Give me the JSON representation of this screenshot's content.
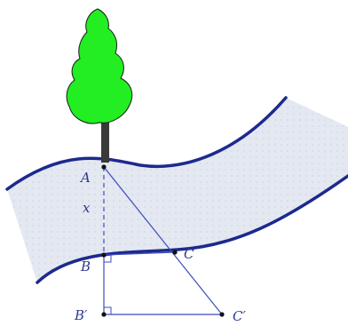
{
  "diagram": {
    "points": [
      {
        "id": "A",
        "label": "A"
      },
      {
        "id": "B",
        "label": "B"
      },
      {
        "id": "C",
        "label": "C"
      },
      {
        "id": "B_prime",
        "label": "B′"
      },
      {
        "id": "C_prime",
        "label": "C′"
      }
    ],
    "distance_label": "x",
    "colors": {
      "river_fill": "#e4e8f1",
      "river_dots": "#c6cee0",
      "riverbank": "#1c2a8e",
      "construction_lines": "#3d4bc0",
      "tree_foliage": "#22ee22",
      "tree_trunk": "#3a3a3a",
      "point_fill": "#111111",
      "label_color": "#2e3a8c"
    }
  }
}
